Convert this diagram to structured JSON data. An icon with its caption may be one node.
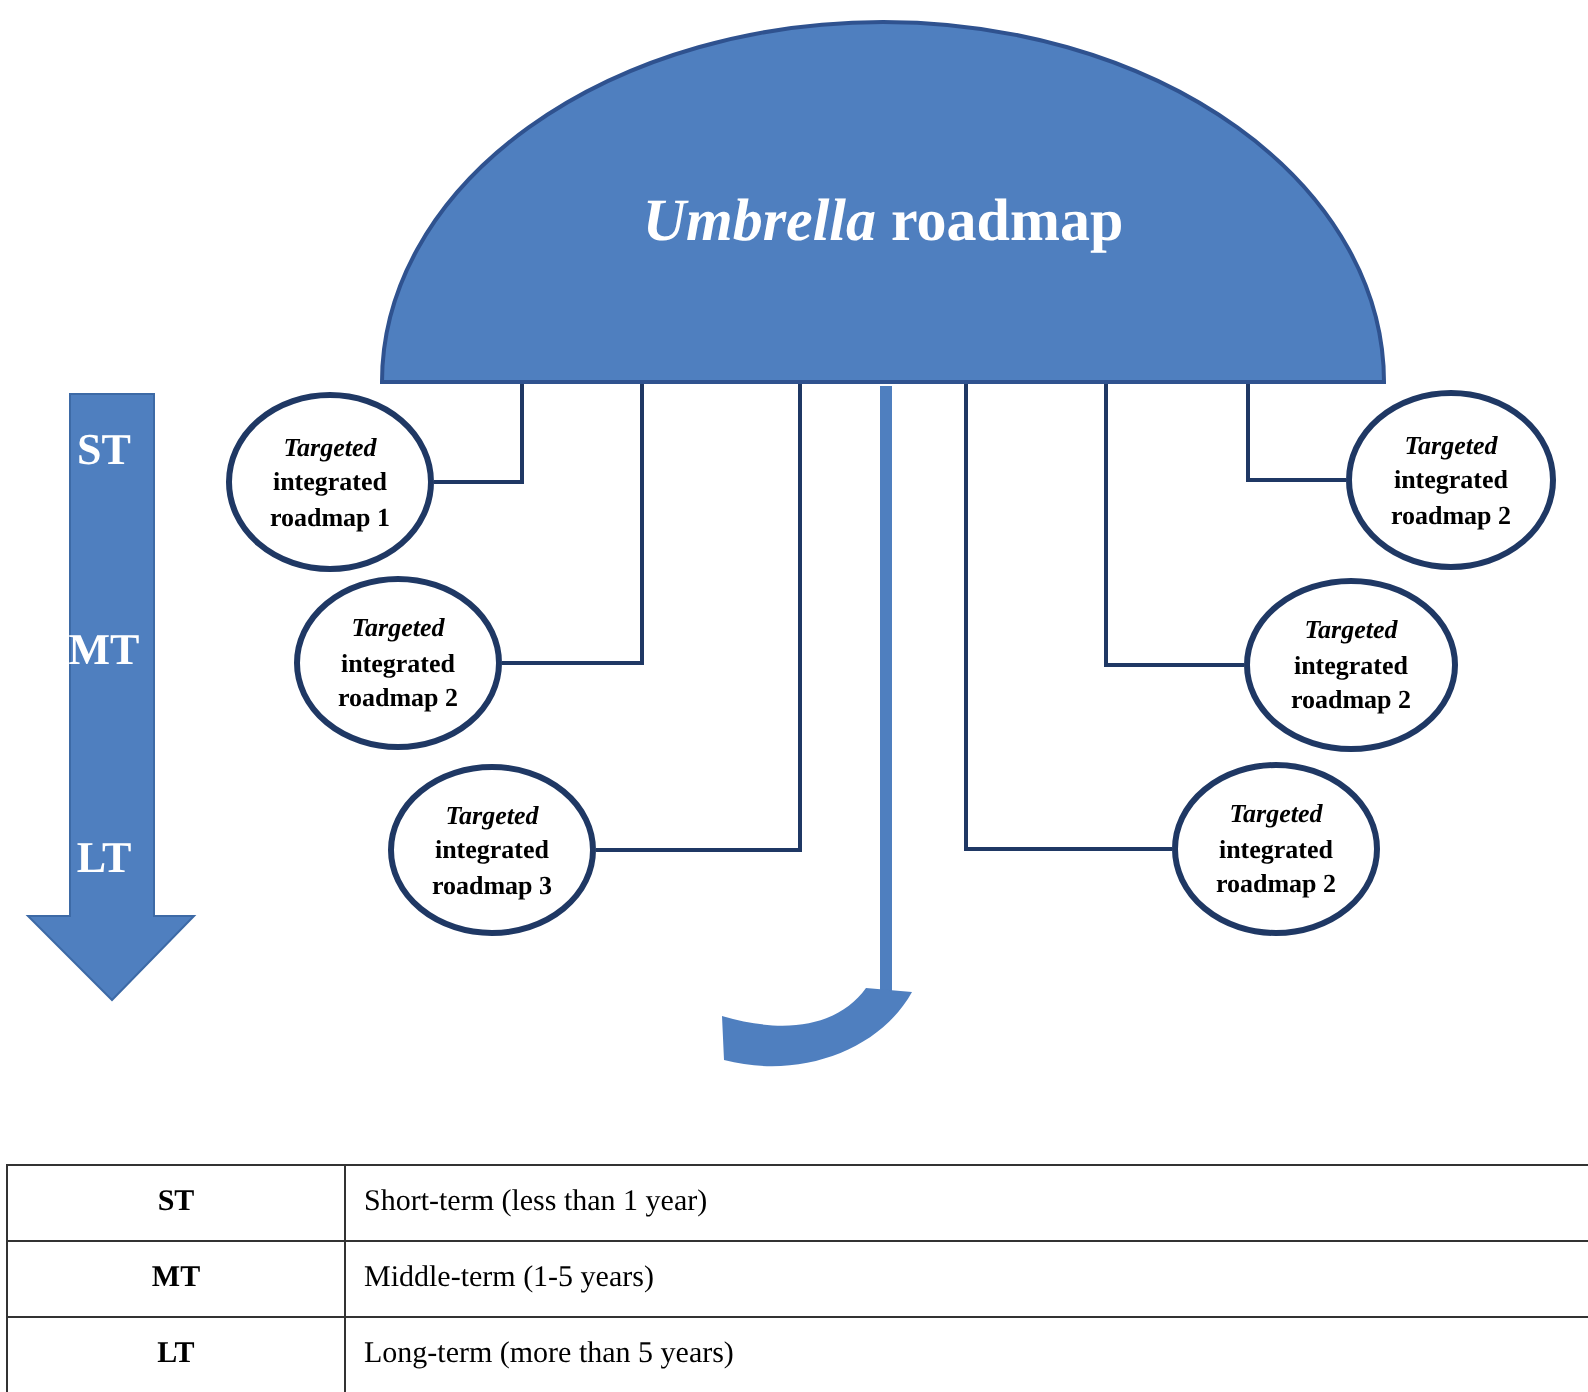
{
  "diagram": {
    "nodes": [
      {
        "text": [
          "*Umbrella* roadmap"
        ]
      },
      {
        "text": [
          "*Targeted* integrated roadmap 1"
        ]
      },
      {
        "text": [
          "*Targeted* integrated roadmap 2"
        ]
      },
      {
        "text": [
          "*Targeted* integrated roadmap 2"
        ]
      },
      {
        "text": [
          "*Targeted* integrated roadmap 2"
        ]
      },
      {
        "text": [
          "*Targeted* integrated roadmap 3"
        ]
      },
      {
        "text": [
          "*Targeted* integrated roadmap 2"
        ]
      }
    ],
    "edges": [
      {
        "from": 0,
        "to": 1,
        "arrow": "none"
      },
      {
        "from": 0,
        "to": 2,
        "arrow": "none"
      },
      {
        "from": 0,
        "to": 3,
        "arrow": "none"
      },
      {
        "from": 0,
        "to": 4,
        "arrow": "none"
      },
      {
        "from": 0,
        "to": 5,
        "arrow": "none"
      },
      {
        "from": 0,
        "to": 6,
        "arrow": "none"
      }
    ],
    "labels": [
      "ST",
      "MT",
      "LT",
      "ST",
      "Short-term (less than 1 year)",
      "MT",
      "Middle-term (1-5 years)",
      "LT",
      "Long-term (more than 5 years)"
    ]
  }
}
